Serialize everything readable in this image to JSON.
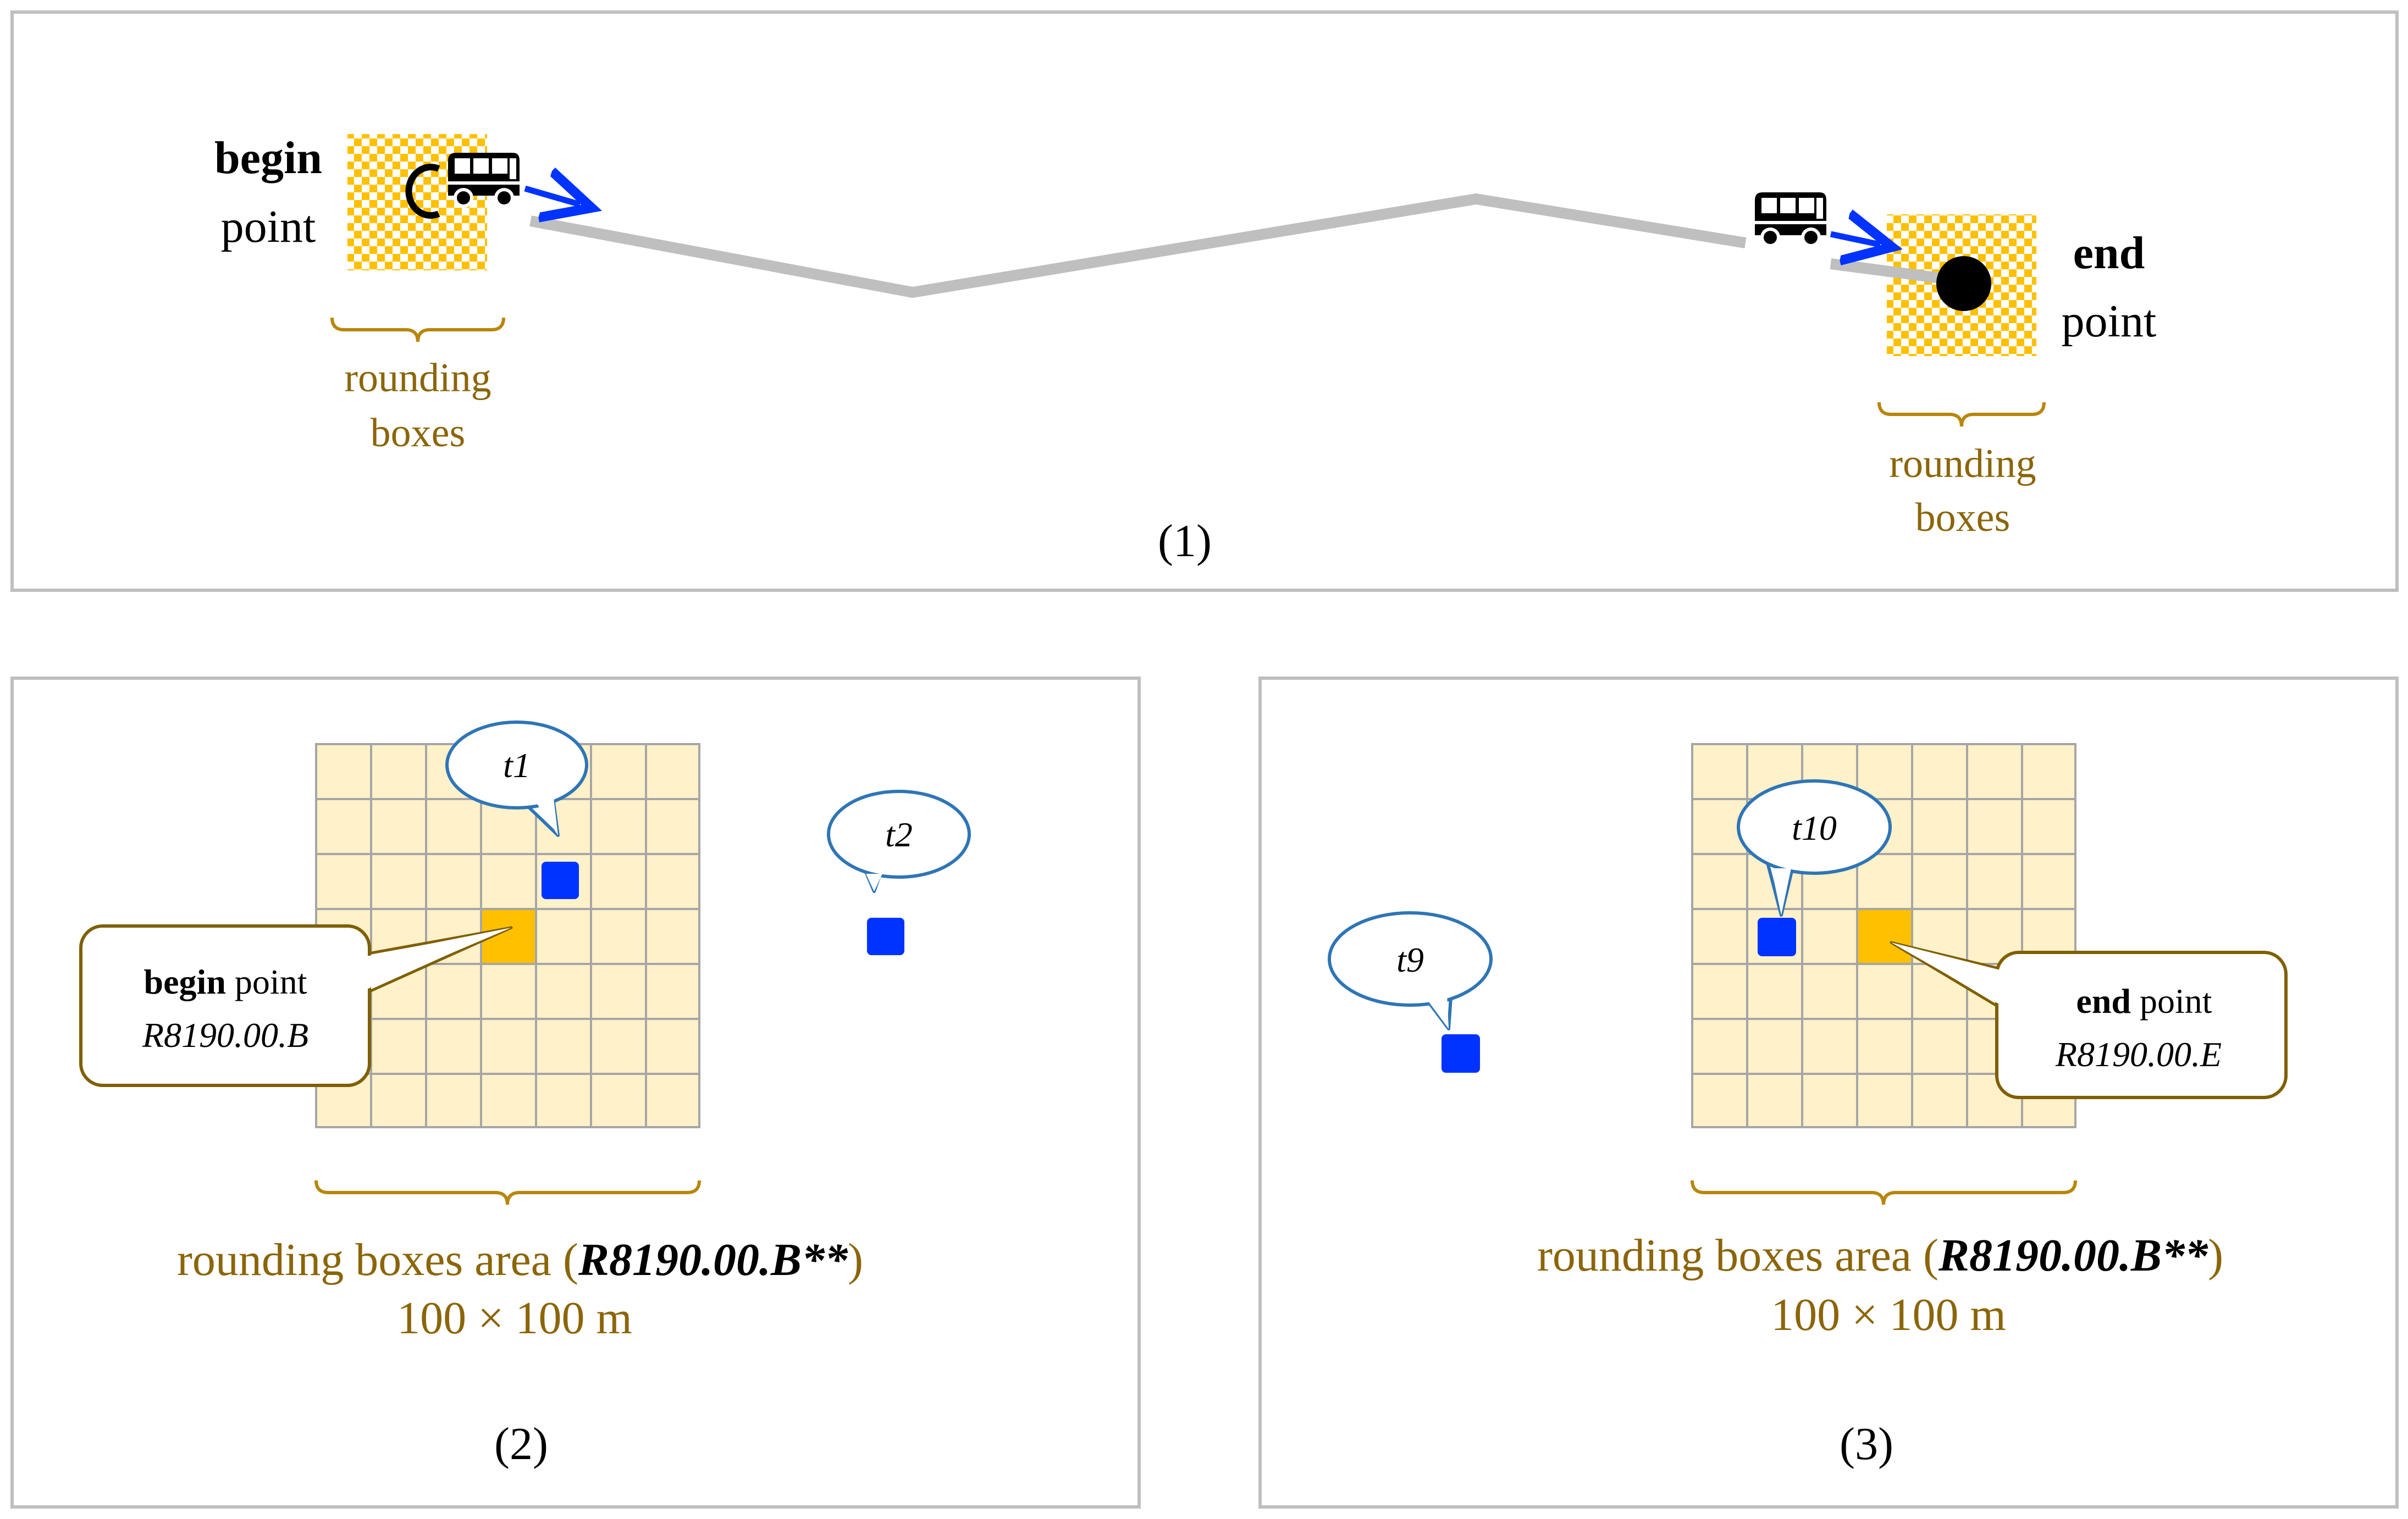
{
  "panel1": {
    "caption": "(1)",
    "begin": {
      "bold": "begin",
      "rest": "point"
    },
    "end": {
      "bold": "end",
      "rest": "point"
    },
    "rounding_left": [
      "rounding",
      "boxes"
    ],
    "rounding_right": [
      "rounding",
      "boxes"
    ]
  },
  "panel2": {
    "caption": "(2)",
    "bubble_t1": "t1",
    "bubble_t2": "t2",
    "callout": {
      "bold": "begin",
      "rest": " point",
      "code": "R8190.00.B"
    },
    "area_label": {
      "prefix": "rounding boxes area (",
      "code": "R8190.00.B**",
      "suffix": ")"
    },
    "size": "100 × 100 m"
  },
  "panel3": {
    "caption": "(3)",
    "bubble_t9": "t9",
    "bubble_t10": "t10",
    "callout": {
      "bold": "end",
      "rest": " point",
      "code": "R8190.00.E"
    },
    "area_label": {
      "prefix": "rounding boxes area (",
      "code": "R8190.00.B**",
      "suffix": ")"
    },
    "size": "100 × 100 m"
  },
  "colors": {
    "grid_fill": "#FFF1C9",
    "grid_line": "#A6A6A6",
    "highlight": "#FFC000",
    "marker": "#0033FF",
    "bubble_stroke": "#2E75B6",
    "callout_stroke": "#7F5F00",
    "brace": "#B8860B",
    "label_gold": "#8B6508",
    "route": "#BFBFBF"
  },
  "icons": [
    "bus-icon",
    "arrow-right-icon",
    "open-circle-icon",
    "filled-circle-icon"
  ]
}
